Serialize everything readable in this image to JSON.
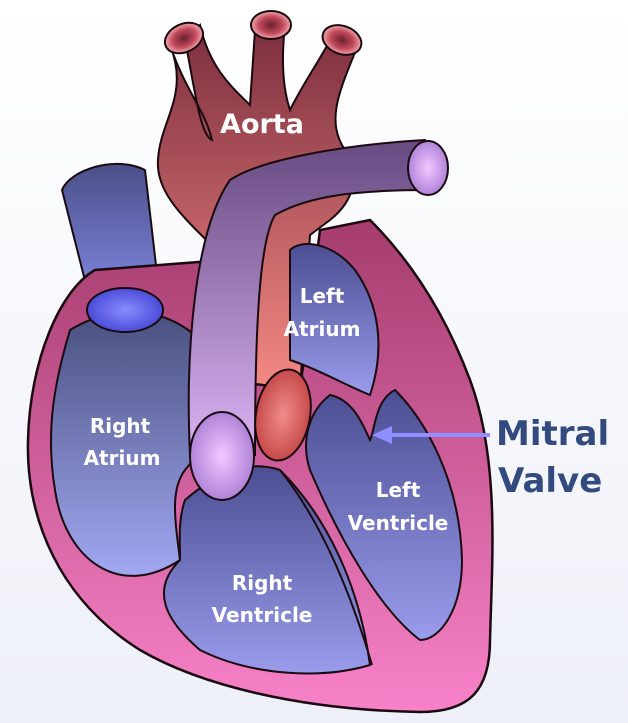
{
  "labels": {
    "aorta": "Aorta",
    "left_atrium": [
      "Left",
      "Atrium"
    ],
    "right_atrium": [
      "Right",
      "Atrium"
    ],
    "left_ventricle": [
      "Left",
      "Ventricle"
    ],
    "right_ventricle": [
      "Right",
      "Ventricle"
    ]
  },
  "callout": {
    "lines": [
      "Mitral",
      "Valve"
    ],
    "color": "#334a7f",
    "arrow_color": "#8f8fff"
  },
  "colors": {
    "outer_wall_top": "#a83f6f",
    "outer_wall_bottom": "#f77bc6",
    "aorta_top": "#803040",
    "aorta_bottom": "#f08080",
    "pulmonary_top": "#6a4c82",
    "pulmonary_bottom": "#d8b0f0",
    "chamber_dark": "#4a4c90",
    "chamber_light": "#8f90e6",
    "mitral_valve": "#e06a6a"
  }
}
